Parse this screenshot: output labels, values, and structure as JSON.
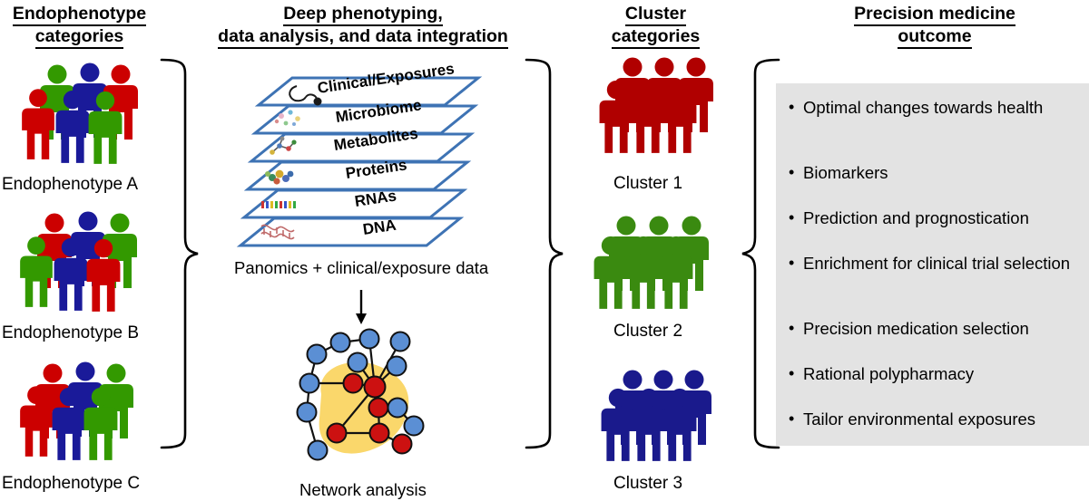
{
  "headers": [
    {
      "id": "endophenotype",
      "line1": "Endophenotype",
      "line2": "categories"
    },
    {
      "id": "deep",
      "line1": "Deep phenotyping,",
      "line2": "data analysis, and data integration"
    },
    {
      "id": "cluster",
      "line1": "Cluster",
      "line2": "categories"
    },
    {
      "id": "precision",
      "line1": "Precision medicine",
      "line2": "outcome"
    }
  ],
  "endophenotypes": [
    {
      "label": "Endophenotype A",
      "figure_colors": [
        "red",
        "green",
        "blue",
        "red",
        "blue",
        "green"
      ]
    },
    {
      "label": "Endophenotype B",
      "figure_colors": [
        "green",
        "red",
        "blue",
        "green",
        "blue",
        "red"
      ]
    },
    {
      "label": "Endophenotype C",
      "figure_colors": [
        "red",
        "blue",
        "green",
        "red",
        "blue",
        "green"
      ]
    }
  ],
  "clusters": [
    {
      "label": "Cluster 1",
      "color_name": "red",
      "color": "#B00000",
      "count": 6
    },
    {
      "label": "Cluster 2",
      "color_name": "green",
      "color": "#3A8A10",
      "count": 6
    },
    {
      "label": "Cluster 3",
      "color_name": "blue",
      "color": "#1A1A8C",
      "count": 6
    }
  ],
  "omics_layers": [
    {
      "label": "Clinical/Exposures",
      "icon": "stethoscope-icon"
    },
    {
      "label": "Microbiome",
      "icon": "microbes-icon"
    },
    {
      "label": "Metabolites",
      "icon": "molecule-icon"
    },
    {
      "label": "Proteins",
      "icon": "protein-icon"
    },
    {
      "label": "RNAs",
      "icon": "rna-strand-icon"
    },
    {
      "label": "DNA",
      "icon": "dna-helix-icon"
    }
  ],
  "middle": {
    "panomics_caption": "Panomics + clinical/exposure data",
    "network_caption": "Network analysis",
    "arrow": "down-arrow-icon"
  },
  "outcome_bullets": [
    "Optimal changes towards health",
    "Biomarkers",
    "Prediction and prognostication",
    "Enrichment for clinical trial selection",
    "Precision medication selection",
    "Rational polypharmacy",
    "Tailor environmental exposures"
  ],
  "bullet_marker": "•",
  "colors": {
    "red": "#CC0000",
    "green": "#339900",
    "blue": "#1A1A99",
    "cluster_red": "#B00000",
    "cluster_green": "#3A8A10",
    "cluster_blue": "#1A1A8C",
    "layer_outline": "#3E73B4",
    "panel_background": "#E3E3E3",
    "network_node_blue": "#5B8FD4",
    "network_node_red": "#CC1111",
    "network_blob": "#FAD76B",
    "brace": "#000000"
  }
}
